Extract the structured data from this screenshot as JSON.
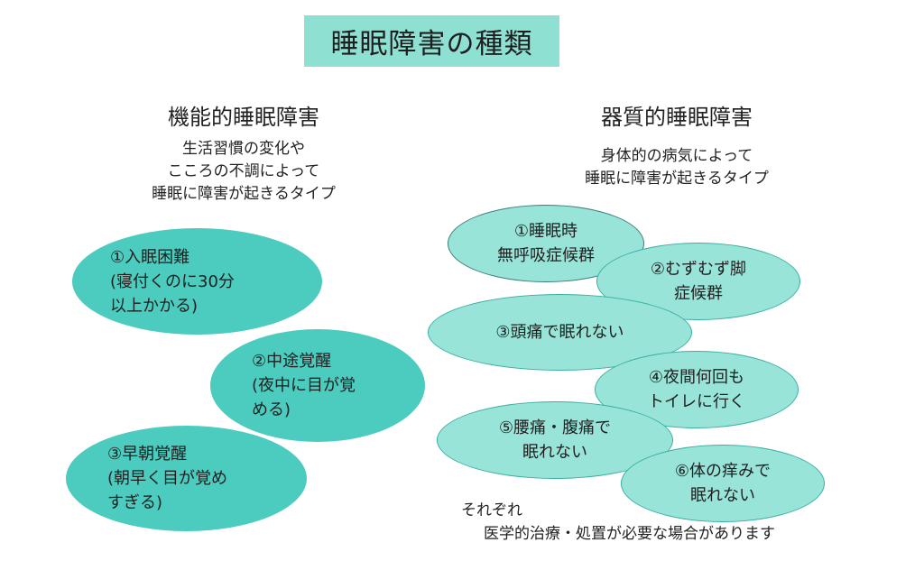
{
  "title": "睡眠障害の種類",
  "functional": {
    "heading": "機能的睡眠障害",
    "description": [
      "生活習慣の変化や",
      "こころの不調によって",
      "睡眠に障害が起きるタイプ"
    ],
    "items": [
      {
        "lines": [
          "①入眠困難",
          "(寝付くのに30分",
          "以上かかる)"
        ]
      },
      {
        "lines": [
          "②中途覚醒",
          "(夜中に目が覚",
          "める)"
        ]
      },
      {
        "lines": [
          "③早朝覚醒",
          "(朝早く目が覚め",
          "すぎる)"
        ]
      }
    ]
  },
  "organic": {
    "heading": "器質的睡眠障害",
    "description": [
      "身体的の病気によって",
      "睡眠に障害が起きるタイプ"
    ],
    "items": [
      {
        "lines": [
          "①睡眠時",
          "無呼吸症候群"
        ]
      },
      {
        "lines": [
          "②むずむず脚",
          "症候群"
        ]
      },
      {
        "lines": [
          "③頭痛で眠れない"
        ]
      },
      {
        "lines": [
          "④夜間何回も",
          "トイレに行く"
        ]
      },
      {
        "lines": [
          "⑤腰痛・腹痛で",
          "眠れない"
        ]
      },
      {
        "lines": [
          "⑥体の痒みで",
          "眠れない"
        ]
      }
    ]
  },
  "note": [
    "それぞれ",
    "医学的治療・処置が必要な場合があります"
  ],
  "colors": {
    "title_bg": "#8ee0d2",
    "dark_ellipse": "#4ccbbf",
    "light_ellipse": "#98e4d8",
    "ellipse_border": "#3aaea2"
  }
}
